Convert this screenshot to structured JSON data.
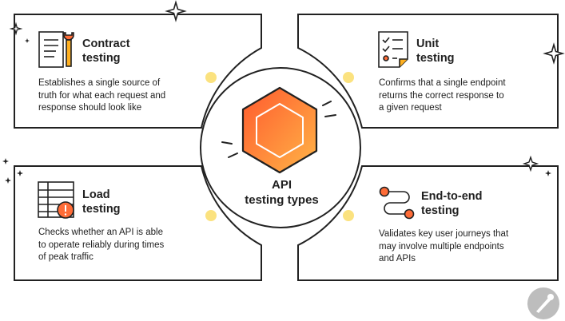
{
  "center": {
    "line1": "API",
    "line2": "testing types"
  },
  "cards": [
    {
      "id": "contract",
      "title_line1": "Contract",
      "title_line2": "testing",
      "desc_line1": "Establishes a single source of",
      "desc_line2": "truth for what each request and",
      "desc_line3": "response should look like",
      "icon": "document-wrench-icon"
    },
    {
      "id": "unit",
      "title_line1": "Unit",
      "title_line2": "testing",
      "desc_line1": "Confirms that a single endpoint",
      "desc_line2": "returns the correct response to",
      "desc_line3": "a given request",
      "icon": "checklist-icon"
    },
    {
      "id": "load",
      "title_line1": "Load",
      "title_line2": "testing",
      "desc_line1": "Checks whether an API is able",
      "desc_line2": "to operate reliably during times",
      "desc_line3": "of peak traffic",
      "icon": "table-warning-icon"
    },
    {
      "id": "e2e",
      "title_line1": "End-to-end",
      "title_line2": "testing",
      "desc_line1": "Validates key user journeys that",
      "desc_line2": "may involve multiple endpoints",
      "desc_line3": "and APIs",
      "icon": "route-icon"
    }
  ],
  "colors": {
    "orange": "#FF6C37",
    "orange_light": "#FFB020",
    "yellow_dot": "#FBE27F",
    "line": "#212121",
    "logo_bg": "#BDBDBD"
  },
  "logo": "postman-logo-icon"
}
